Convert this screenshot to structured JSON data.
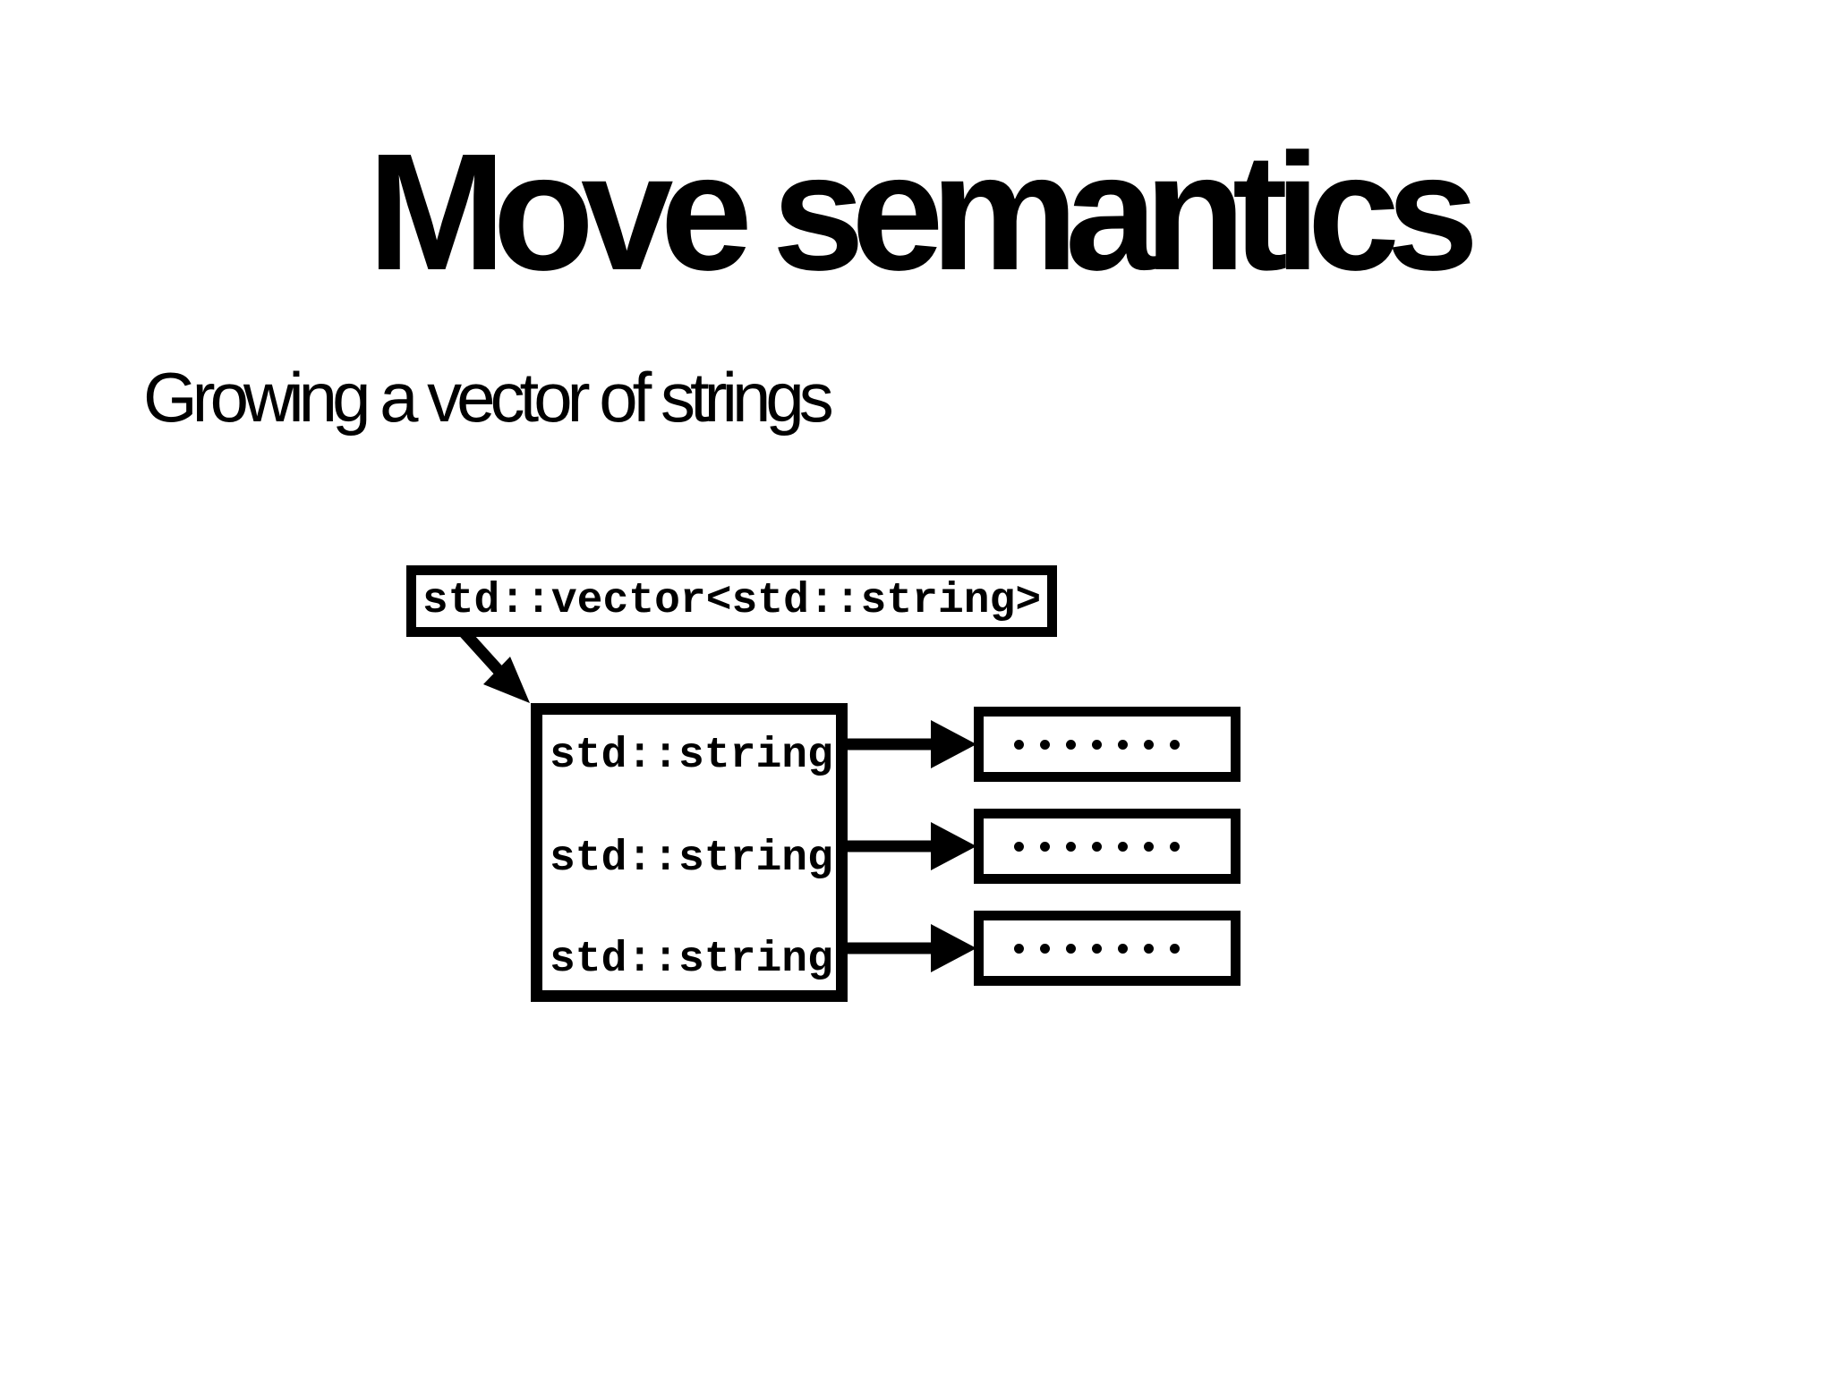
{
  "slide": {
    "title": "Move semantics",
    "subtitle": "Growing a vector of strings",
    "colors": {
      "background": "#ffffff",
      "stroke": "#000000",
      "text": "#000000"
    }
  },
  "diagram": {
    "vector_box": {
      "label": "std::vector<std::string>"
    },
    "vector_storage": {
      "rows": [
        {
          "label": "std::string"
        },
        {
          "label": "std::string"
        },
        {
          "label": "std::string"
        }
      ]
    },
    "heap_buffers": [
      {
        "dot_count": 7
      },
      {
        "dot_count": 7
      },
      {
        "dot_count": 7
      }
    ]
  }
}
